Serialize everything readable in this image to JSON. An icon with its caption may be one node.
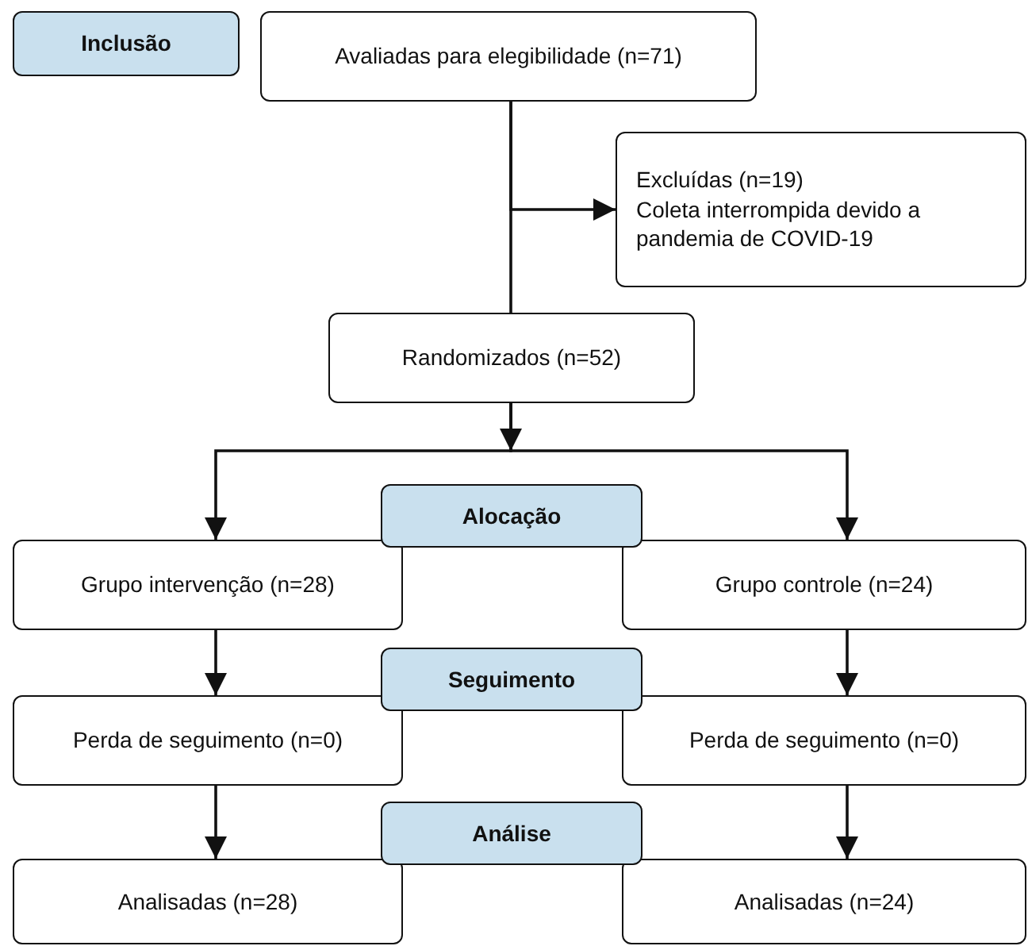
{
  "diagram": {
    "nodes": [
      {
        "text": [
          "Inclusão"
        ]
      },
      {
        "text": [
          "Avaliadas para elegibilidade  (n=71)"
        ]
      },
      {
        "text": [
          "Excluídas (n=19)",
          "Coleta interrompida devido a pandemia de COVID-19"
        ]
      },
      {
        "text": [
          "Randomizados (n=52)"
        ]
      },
      {
        "text": [
          "Alocação"
        ]
      },
      {
        "text": [
          "Grupo intervenção (n=28)"
        ]
      },
      {
        "text": [
          "Grupo controle (n=24)"
        ]
      },
      {
        "text": [
          "Seguimento"
        ]
      },
      {
        "text": [
          "Perda de seguimento (n=0)"
        ]
      },
      {
        "text": [
          "Perda de seguimento (n=0)"
        ]
      },
      {
        "text": [
          "Análise"
        ]
      },
      {
        "text": [
          "Analisadas (n=28)"
        ]
      },
      {
        "text": [
          "Analisadas (n=24)"
        ]
      }
    ],
    "edges": [
      {
        "from": 1,
        "to": 2,
        "arrow": "to"
      },
      {
        "from": 1,
        "to": 3,
        "arrow": "none"
      },
      {
        "from": 3,
        "to": 5,
        "arrow": "to"
      },
      {
        "from": 3,
        "to": 6,
        "arrow": "to"
      },
      {
        "from": 5,
        "to": 8,
        "arrow": "to"
      },
      {
        "from": 6,
        "to": 9,
        "arrow": "to"
      },
      {
        "from": 8,
        "to": 11,
        "arrow": "to"
      },
      {
        "from": 9,
        "to": 12,
        "arrow": "to"
      }
    ]
  }
}
